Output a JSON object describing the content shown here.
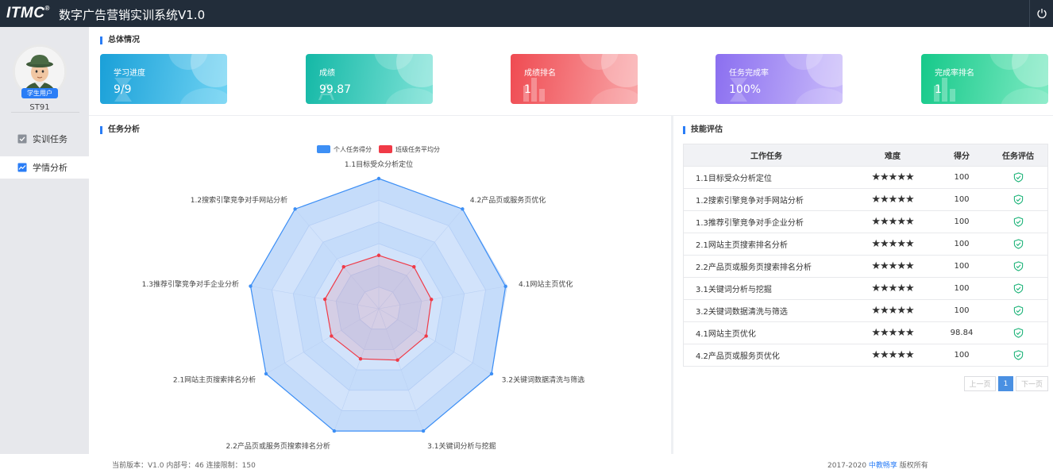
{
  "header": {
    "logo": "ITMC",
    "logo_mark": "®",
    "title": "数字广告营销实训系统V1.0"
  },
  "user": {
    "role": "学生用户",
    "name": "ST91"
  },
  "nav": [
    {
      "label": "实训任务",
      "icon": "checkbox-icon",
      "active": false
    },
    {
      "label": "学情分析",
      "icon": "line-chart-icon",
      "active": true
    }
  ],
  "overview": {
    "title": "总体情况",
    "cards": [
      {
        "label": "学习进度",
        "value": "9/9",
        "color_from": "#1aa0d8",
        "color_to": "#6fd3f3",
        "icon": "hourglass-icon"
      },
      {
        "label": "成绩",
        "value": "99.87",
        "color_from": "#14b8a6",
        "color_to": "#7fe3d8",
        "icon": "score-icon"
      },
      {
        "label": "成绩排名",
        "value": "1",
        "color_from": "#ef4b52",
        "color_to": "#f9a6a8",
        "icon": "bar-rank-icon"
      },
      {
        "label": "任务完成率",
        "value": "100%",
        "color_from": "#8b6ff0",
        "color_to": "#c9bbfa",
        "icon": "hourglass-icon"
      },
      {
        "label": "完成率排名",
        "value": "1",
        "color_from": "#16c98a",
        "color_to": "#7eeac3",
        "icon": "bar-rank-icon"
      }
    ]
  },
  "task_analysis": {
    "title": "任务分析"
  },
  "chart_data": {
    "type": "radar",
    "legend_placement": "top",
    "axes": [
      "1.1目标受众分析定位",
      "4.2产品页或服务页优化",
      "4.1网站主页优化",
      "3.2关键词数据清洗与筛选",
      "3.1关键词分析与挖掘",
      "2.2产品页或服务页搜索排名分析",
      "2.1网站主页搜索排名分析",
      "1.3推荐引擎竞争对手企业分析",
      "1.2搜索引擎竞争对手网站分析"
    ],
    "rmax": 100,
    "rings": 6,
    "series": [
      {
        "name": "个人任务得分",
        "color": "#3d8ff5",
        "values": [
          100,
          100,
          98.84,
          100,
          100,
          100,
          100,
          100,
          100
        ]
      },
      {
        "name": "班级任务平均分",
        "color": "#f03a47",
        "values": [
          41,
          42,
          41,
          42,
          42,
          41,
          42,
          42,
          42
        ]
      }
    ]
  },
  "skills": {
    "title": "技能评估",
    "columns": [
      "工作任务",
      "难度",
      "得分",
      "任务评估"
    ],
    "rows": [
      {
        "task": "1.1目标受众分析定位",
        "stars": "★★★★★",
        "score": "100"
      },
      {
        "task": "1.2搜索引擎竞争对手网站分析",
        "stars": "★★★★★",
        "score": "100"
      },
      {
        "task": "1.3推荐引擎竞争对手企业分析",
        "stars": "★★★★★",
        "score": "100"
      },
      {
        "task": "2.1网站主页搜索排名分析",
        "stars": "★★★★★",
        "score": "100"
      },
      {
        "task": "2.2产品页或服务页搜索排名分析",
        "stars": "★★★★★",
        "score": "100"
      },
      {
        "task": "3.1关键词分析与挖掘",
        "stars": "★★★★★",
        "score": "100"
      },
      {
        "task": "3.2关键词数据清洗与筛选",
        "stars": "★★★★★",
        "score": "100"
      },
      {
        "task": "4.1网站主页优化",
        "stars": "★★★★★",
        "score": "98.84"
      },
      {
        "task": "4.2产品页或服务页优化",
        "stars": "★★★★★",
        "score": "100"
      }
    ],
    "eval_icon": "shield-check-icon",
    "pager": {
      "prev": "上一页",
      "current": "1",
      "next": "下一页"
    }
  },
  "footer": {
    "version": "当前版本：V1.0 内部号：46 连接限制：150",
    "copyright_prefix": "2017-2020 ",
    "copyright_link": "中教畅享",
    "copyright_suffix": " 版权所有"
  }
}
